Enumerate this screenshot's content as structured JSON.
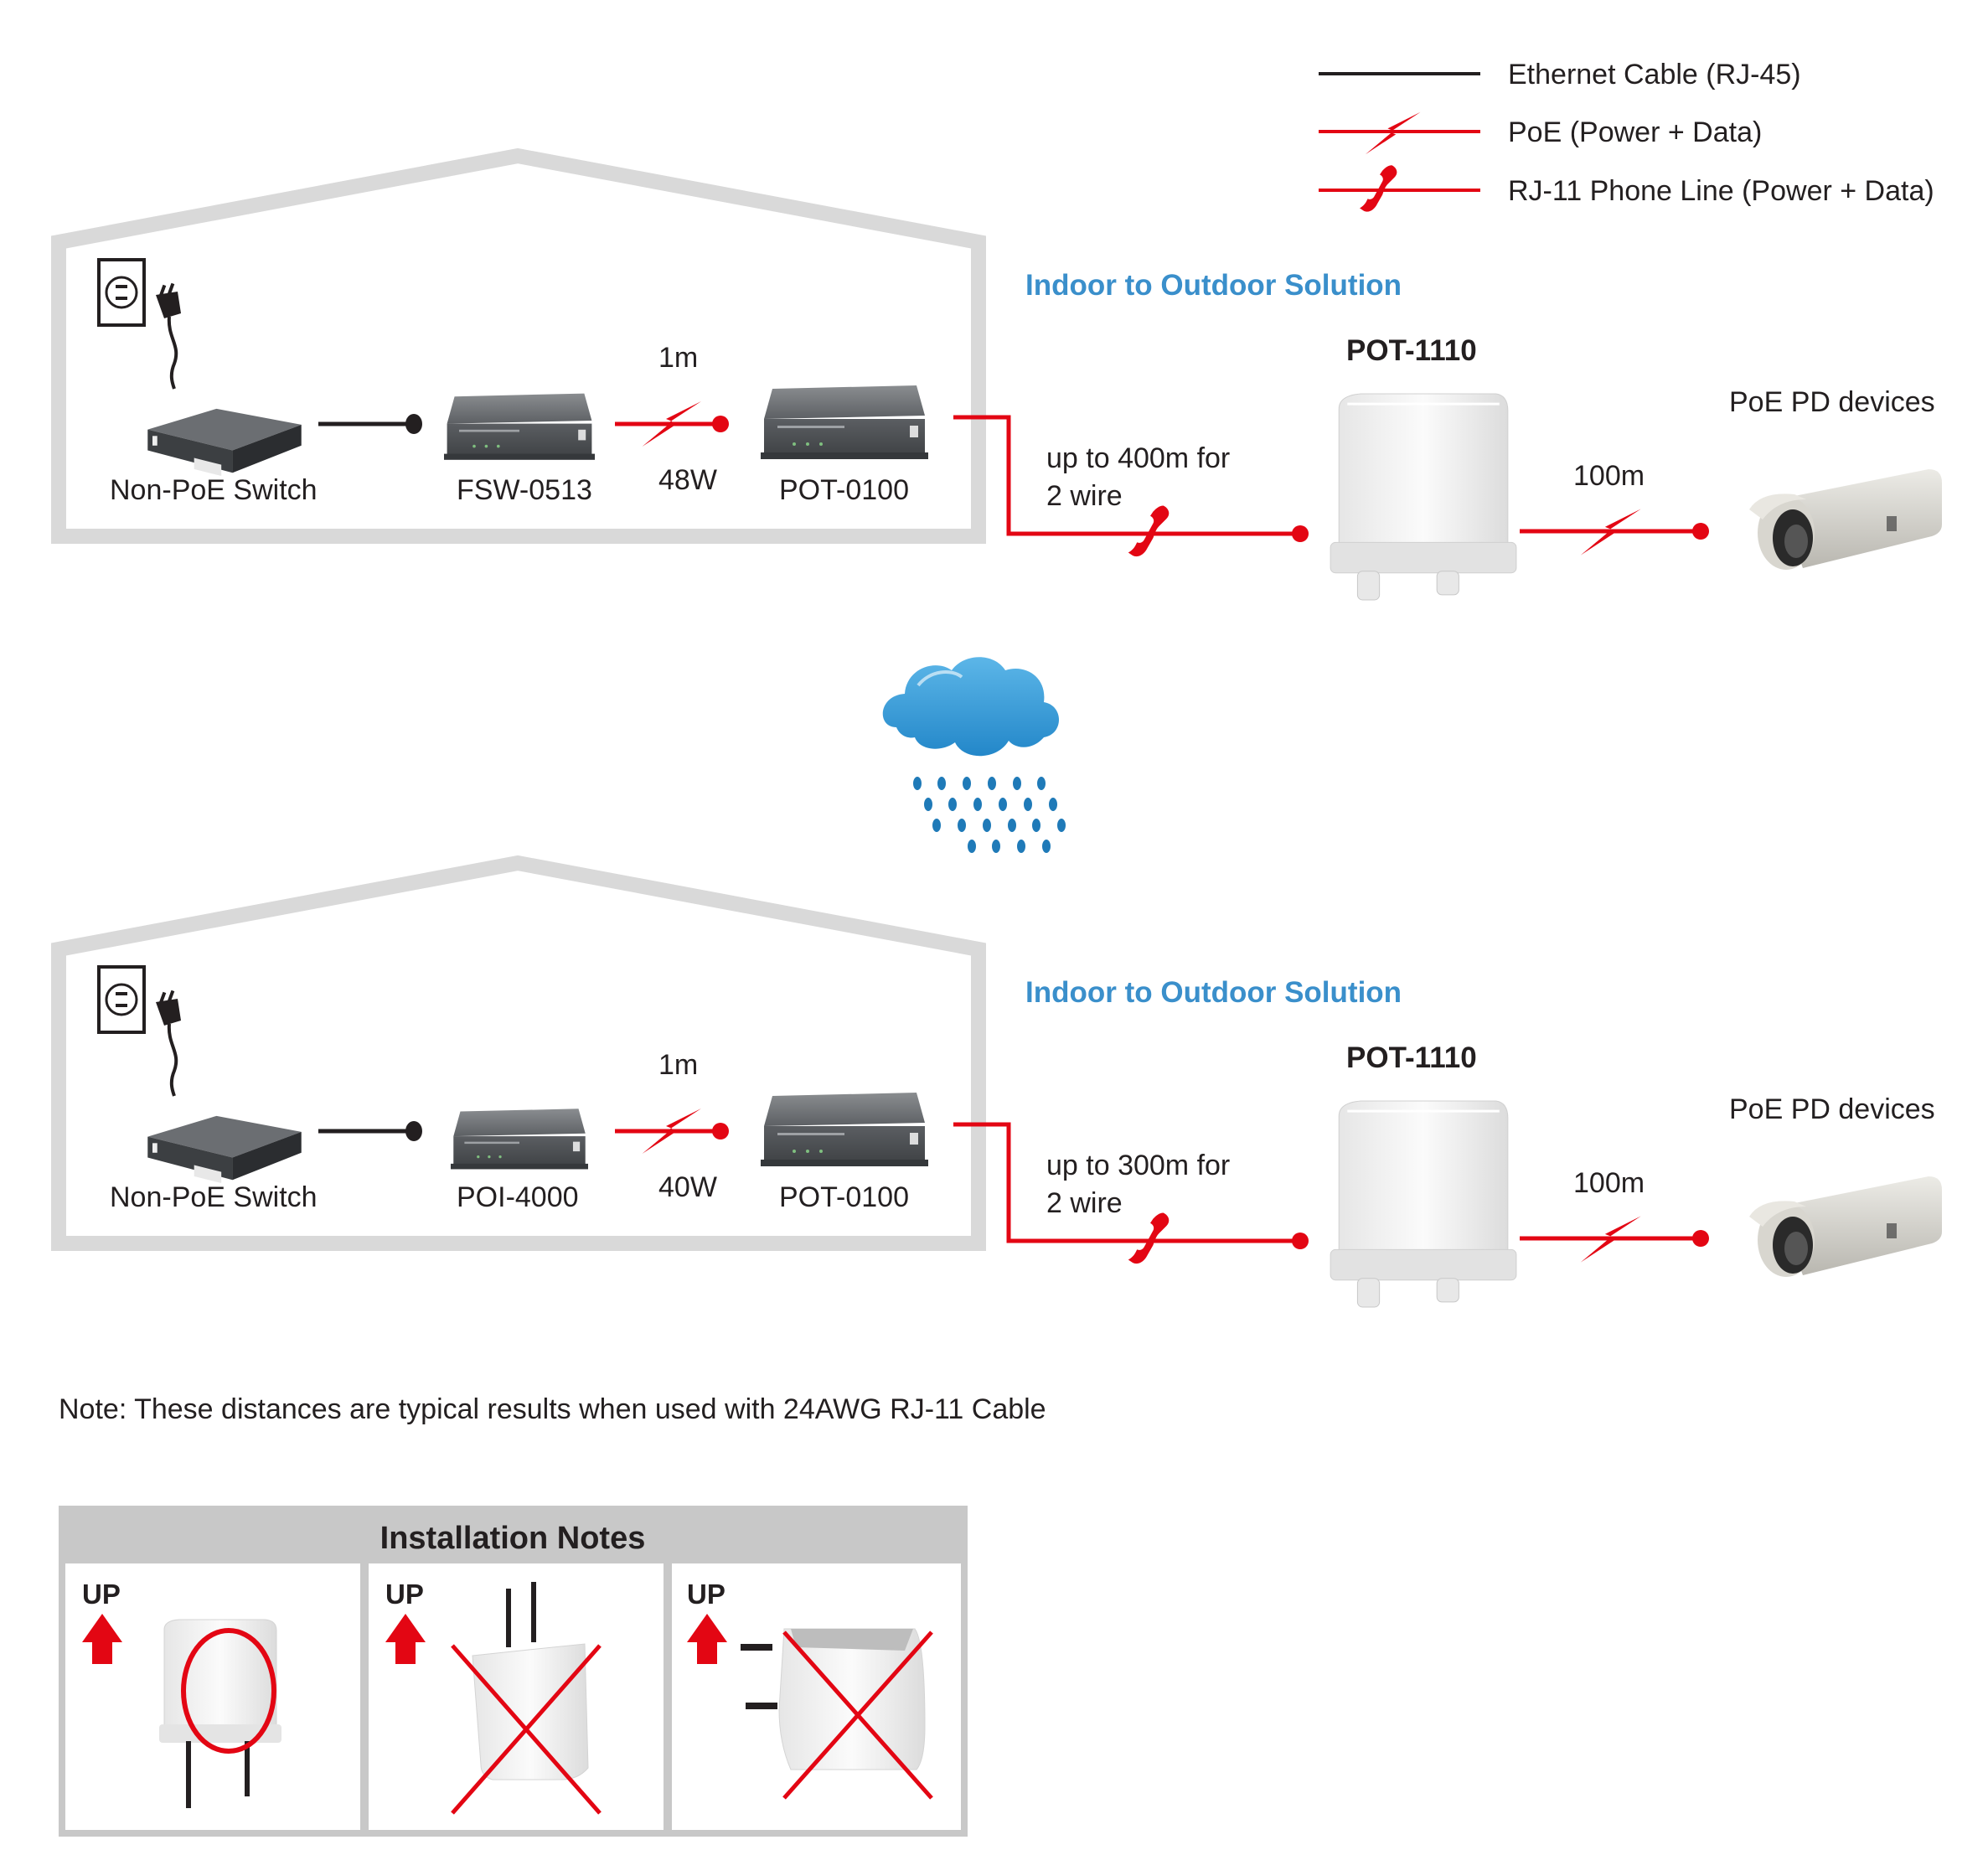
{
  "legend": {
    "items": [
      {
        "label": "Ethernet Cable (RJ-45)",
        "icon": "ethernet-line",
        "color": "#231f20"
      },
      {
        "label": "PoE (Power + Data)",
        "icon": "lightning-bolt-line",
        "color": "#e30613"
      },
      {
        "label": "RJ-11 Phone Line (Power + Data)",
        "icon": "phone-handset-line",
        "color": "#e30613"
      }
    ]
  },
  "colors": {
    "red": "#e30613",
    "blue_title": "#3a8fcb",
    "house_outline": "#d9d9d9",
    "cloud": "#3a9fd9",
    "rain": "#1f7ab8",
    "panel_header": "#c8c8c8"
  },
  "diagrams": [
    {
      "section_title": "Indoor to Outdoor Solution",
      "indoor": {
        "switch_label": "Non-PoE Switch",
        "injector_label": "FSW-0513",
        "poe_length": "1m",
        "poe_power": "48W",
        "repeater_label": "POT-0100"
      },
      "outdoor": {
        "device_label": "POT-1110",
        "phone_line_distance_line1": "up to 400m for",
        "phone_line_distance_line2": "2 wire",
        "poe_length": "100m",
        "endpoint_label": "PoE PD devices"
      }
    },
    {
      "section_title": "Indoor to Outdoor Solution",
      "indoor": {
        "switch_label": "Non-PoE Switch",
        "injector_label": "POI-4000",
        "poe_length": "1m",
        "poe_power": "40W",
        "repeater_label": "POT-0100"
      },
      "outdoor": {
        "device_label": "POT-1110",
        "phone_line_distance_line1": "up to 300m for",
        "phone_line_distance_line2": "2 wire",
        "poe_length": "100m",
        "endpoint_label": "PoE PD devices"
      }
    }
  ],
  "note": "Note: These distances are typical results when used with 24AWG RJ-11 Cable",
  "installation_notes": {
    "title": "Installation Notes",
    "panels": [
      {
        "up_label": "UP",
        "orientation": "vertical, cables down",
        "verdict": "correct",
        "mark": "circle"
      },
      {
        "up_label": "UP",
        "orientation": "upside down, cables up",
        "verdict": "incorrect",
        "mark": "cross"
      },
      {
        "up_label": "UP",
        "orientation": "sideways, cables left",
        "verdict": "incorrect",
        "mark": "cross"
      }
    ]
  }
}
